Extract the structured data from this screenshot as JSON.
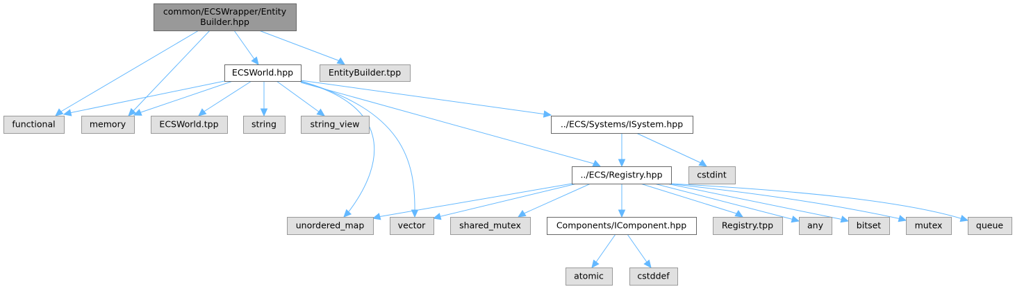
{
  "graph": {
    "title": "common/ECSWrapper/EntityBuilder.hpp include dependency graph",
    "edge_color": "#63b8ff",
    "node_colors": {
      "root_fill": "#999999",
      "local_fill": "#ffffff",
      "system_fill": "#e0e0e0"
    },
    "nodes": [
      {
        "id": "root",
        "kind": "root",
        "lines": [
          "common/ECSWrapper/Entity",
          "Builder.hpp"
        ]
      },
      {
        "id": "ecsworld_hpp",
        "kind": "local",
        "lines": [
          "ECSWorld.hpp"
        ]
      },
      {
        "id": "entitybuilder_tpp",
        "kind": "system",
        "lines": [
          "EntityBuilder.tpp"
        ]
      },
      {
        "id": "functional",
        "kind": "system",
        "lines": [
          "functional"
        ]
      },
      {
        "id": "memory",
        "kind": "system",
        "lines": [
          "memory"
        ]
      },
      {
        "id": "ecsworld_tpp",
        "kind": "system",
        "lines": [
          "ECSWorld.tpp"
        ]
      },
      {
        "id": "string",
        "kind": "system",
        "lines": [
          "string"
        ]
      },
      {
        "id": "string_view",
        "kind": "system",
        "lines": [
          "string_view"
        ]
      },
      {
        "id": "isystem_hpp",
        "kind": "local",
        "lines": [
          "../ECS/Systems/ISystem.hpp"
        ]
      },
      {
        "id": "registry_hpp",
        "kind": "local",
        "lines": [
          "../ECS/Registry.hpp"
        ]
      },
      {
        "id": "cstdint",
        "kind": "system",
        "lines": [
          "cstdint"
        ]
      },
      {
        "id": "unordered_map",
        "kind": "system",
        "lines": [
          "unordered_map"
        ]
      },
      {
        "id": "vector",
        "kind": "system",
        "lines": [
          "vector"
        ]
      },
      {
        "id": "shared_mutex",
        "kind": "system",
        "lines": [
          "shared_mutex"
        ]
      },
      {
        "id": "icomponent_hpp",
        "kind": "local",
        "lines": [
          "Components/IComponent.hpp"
        ]
      },
      {
        "id": "registry_tpp",
        "kind": "system",
        "lines": [
          "Registry.tpp"
        ]
      },
      {
        "id": "any",
        "kind": "system",
        "lines": [
          "any"
        ]
      },
      {
        "id": "bitset",
        "kind": "system",
        "lines": [
          "bitset"
        ]
      },
      {
        "id": "mutex",
        "kind": "system",
        "lines": [
          "mutex"
        ]
      },
      {
        "id": "queue",
        "kind": "system",
        "lines": [
          "queue"
        ]
      },
      {
        "id": "atomic",
        "kind": "system",
        "lines": [
          "atomic"
        ]
      },
      {
        "id": "cstddef",
        "kind": "system",
        "lines": [
          "cstddef"
        ]
      }
    ],
    "edges": [
      {
        "from": "root",
        "to": "functional"
      },
      {
        "from": "root",
        "to": "memory"
      },
      {
        "from": "root",
        "to": "ecsworld_hpp"
      },
      {
        "from": "root",
        "to": "entitybuilder_tpp"
      },
      {
        "from": "ecsworld_hpp",
        "to": "functional"
      },
      {
        "from": "ecsworld_hpp",
        "to": "memory"
      },
      {
        "from": "ecsworld_hpp",
        "to": "ecsworld_tpp"
      },
      {
        "from": "ecsworld_hpp",
        "to": "string"
      },
      {
        "from": "ecsworld_hpp",
        "to": "string_view"
      },
      {
        "from": "ecsworld_hpp",
        "to": "unordered_map"
      },
      {
        "from": "ecsworld_hpp",
        "to": "vector"
      },
      {
        "from": "ecsworld_hpp",
        "to": "registry_hpp"
      },
      {
        "from": "ecsworld_hpp",
        "to": "isystem_hpp"
      },
      {
        "from": "isystem_hpp",
        "to": "registry_hpp"
      },
      {
        "from": "isystem_hpp",
        "to": "cstdint"
      },
      {
        "from": "registry_hpp",
        "to": "unordered_map"
      },
      {
        "from": "registry_hpp",
        "to": "vector"
      },
      {
        "from": "registry_hpp",
        "to": "shared_mutex"
      },
      {
        "from": "registry_hpp",
        "to": "icomponent_hpp"
      },
      {
        "from": "registry_hpp",
        "to": "registry_tpp"
      },
      {
        "from": "registry_hpp",
        "to": "any"
      },
      {
        "from": "registry_hpp",
        "to": "bitset"
      },
      {
        "from": "registry_hpp",
        "to": "mutex"
      },
      {
        "from": "registry_hpp",
        "to": "queue"
      },
      {
        "from": "icomponent_hpp",
        "to": "atomic"
      },
      {
        "from": "icomponent_hpp",
        "to": "cstddef"
      }
    ]
  }
}
